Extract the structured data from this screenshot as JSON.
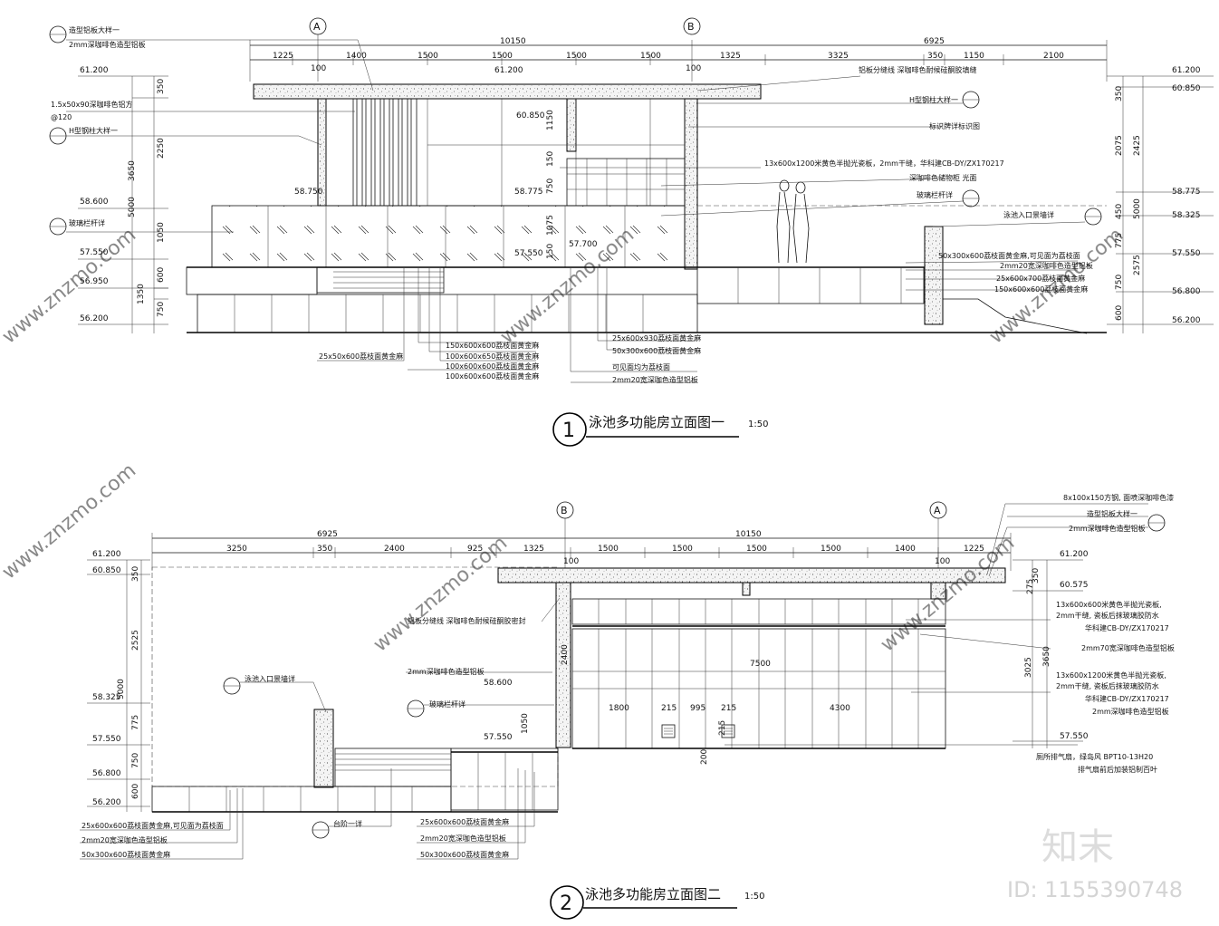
{
  "elevation1": {
    "title": "泳池多功能房立面图一",
    "scale": "1:50",
    "number": "1",
    "axes": [
      "A",
      "B"
    ],
    "dims_total": [
      "10150",
      "6925"
    ],
    "dims": [
      "1225",
      "1400",
      "1500",
      "1500",
      "1500",
      "1500",
      "1325",
      "3325",
      "350",
      "1150",
      "2100"
    ],
    "small_dims": [
      "100",
      "100"
    ],
    "left_levels": [
      "61.200",
      "58.600",
      "57.550",
      "56.950",
      "56.200"
    ],
    "right_levels": [
      "61.200",
      "60.850",
      "58.775",
      "58.325",
      "57.550",
      "56.800",
      "56.200"
    ],
    "mid_levels": [
      "61.200",
      "60.850",
      "58.750",
      "58.775",
      "57.550",
      "57.700"
    ],
    "left_vdims": [
      "350",
      "2250",
      "3650",
      "5000",
      "1050",
      "600",
      "1350",
      "750"
    ],
    "right_vdims": [
      "350",
      "2075",
      "2425",
      "450",
      "5000",
      "775",
      "2575",
      "750",
      "600"
    ],
    "mid_vdims": [
      "1150",
      "150",
      "750",
      "1075",
      "150"
    ],
    "notes_left": [
      "造型铝板大样一",
      "2mm深咖啡色造型铝板",
      "1.5x50x90深咖啡色铝方",
      "@120",
      "H型钢柱大样一",
      "玻璃栏杆详"
    ],
    "notes_right": [
      "铝板分缝线 深咖啡色耐候硅酮胶填缝",
      "H型钢柱大样一",
      "标识牌详标识图",
      "13x600x1200米黄色半抛光瓷板，2mm干缝，华科建CB-DY/ZX170217",
      "深咖啡色储物柜 光面",
      "玻璃栏杆详",
      "泳池入口景墙详",
      "50x300x600荔枝面黄金麻,可见面为荔枝面",
      "2mm20宽深咖啡色造型铝板",
      "25x600x700荔枝面黄金麻",
      "150x600x600荔枝面黄金麻"
    ],
    "notes_bottom": [
      "25x50x600荔枝面黄金麻",
      "150x600x600荔枝面黄金麻",
      "100x600x650荔枝面黄金麻",
      "100x600x600荔枝面黄金麻",
      "100x600x600荔枝面黄金麻",
      "25x600x930荔枝面黄金麻",
      "50x300x600荔枝面黄金麻",
      "可见面均为荔枝面",
      "2mm20宽深咖色造型铝板"
    ]
  },
  "elevation2": {
    "title": "泳池多功能房立面图二",
    "scale": "1:50",
    "number": "2",
    "axes": [
      "B",
      "A"
    ],
    "dims_total": [
      "6925",
      "10150"
    ],
    "dims": [
      "3250",
      "350",
      "2400",
      "925",
      "1325",
      "1500",
      "1500",
      "1500",
      "1500",
      "1400",
      "1225"
    ],
    "small_dims": [
      "100",
      "100"
    ],
    "left_levels": [
      "61.200",
      "60.850",
      "58.325",
      "57.550",
      "56.800",
      "56.200"
    ],
    "right_levels": [
      "61.200",
      "60.575",
      "57.550"
    ],
    "mid_levels": [
      "58.600",
      "57.550"
    ],
    "left_vdims": [
      "350",
      "2525",
      "5000",
      "775",
      "750",
      "600"
    ],
    "right_vdims": [
      "275",
      "350",
      "3650",
      "3025"
    ],
    "inner_dims": [
      "7500",
      "1800",
      "215",
      "995",
      "215",
      "4300",
      "215",
      "200",
      "1050",
      "2400"
    ],
    "notes_top": [
      "8x100x150方钢, 面喷深咖啡色漆",
      "造型铝板大样一",
      "2mm深咖啡色造型铝板"
    ],
    "notes_left": [
      "铝板分缝线 深咖啡色耐候硅酮胶密封",
      "2mm深咖啡色造型铝板",
      "泳池入口景墙详",
      "玻璃栏杆详"
    ],
    "notes_right": [
      "13x600x600米黄色半抛光瓷板,",
      "2mm干缝, 瓷板后抹玻璃胶防水",
      "华科建CB-DY/ZX170217",
      "2mm70宽深咖啡色造型铝板",
      "13x600x1200米黄色半抛光瓷板,",
      "2mm干缝, 瓷板后抹玻璃胶防水",
      "华科建CB-DY/ZX170217",
      "2mm深咖啡色造型铝板",
      "厕所排气扇，绿岛风 BPT10-13H20",
      "排气扇前后加装铝制百叶"
    ],
    "notes_bottom": [
      "25x600x600荔枝面黄金麻,可见面为荔枝面",
      "2mm20宽深咖色造型铝板",
      "50x300x600荔枝面黄金麻",
      "台阶一详",
      "25x600x600荔枝面黄金麻",
      "2mm20宽深咖色造型铝板",
      "50x300x600荔枝面黄金麻"
    ]
  },
  "watermark": {
    "brand": "知末",
    "id": "ID: 1155390748",
    "site": "www.znzmo.com"
  }
}
